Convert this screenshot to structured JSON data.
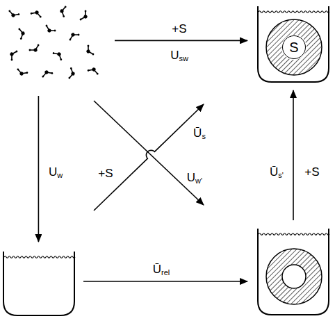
{
  "diagram": {
    "nodes": [
      {
        "text": []
      },
      {
        "text": []
      },
      {
        "text": [
          "S"
        ],
        "in": 1
      },
      {
        "text": []
      },
      {
        "text": []
      }
    ],
    "edges": [
      {
        "from": 0,
        "to": 1,
        "arrow": "to",
        "label": "+S"
      },
      {
        "from": 0,
        "to": 3,
        "arrow": "to",
        "label": "Uw"
      },
      {
        "from": 3,
        "to": 4,
        "arrow": "to",
        "label": "Ūrel"
      },
      {
        "from": 4,
        "to": 1,
        "arrow": "to",
        "label": "+S"
      },
      {
        "from": 3,
        "to": 1,
        "arrow": "to",
        "label": "Ūs"
      },
      {
        "from": 0,
        "to": 4,
        "arrow": "to",
        "label": "Uw'"
      }
    ],
    "labels": [
      "Usw",
      "Ūs'",
      "+S"
    ]
  }
}
